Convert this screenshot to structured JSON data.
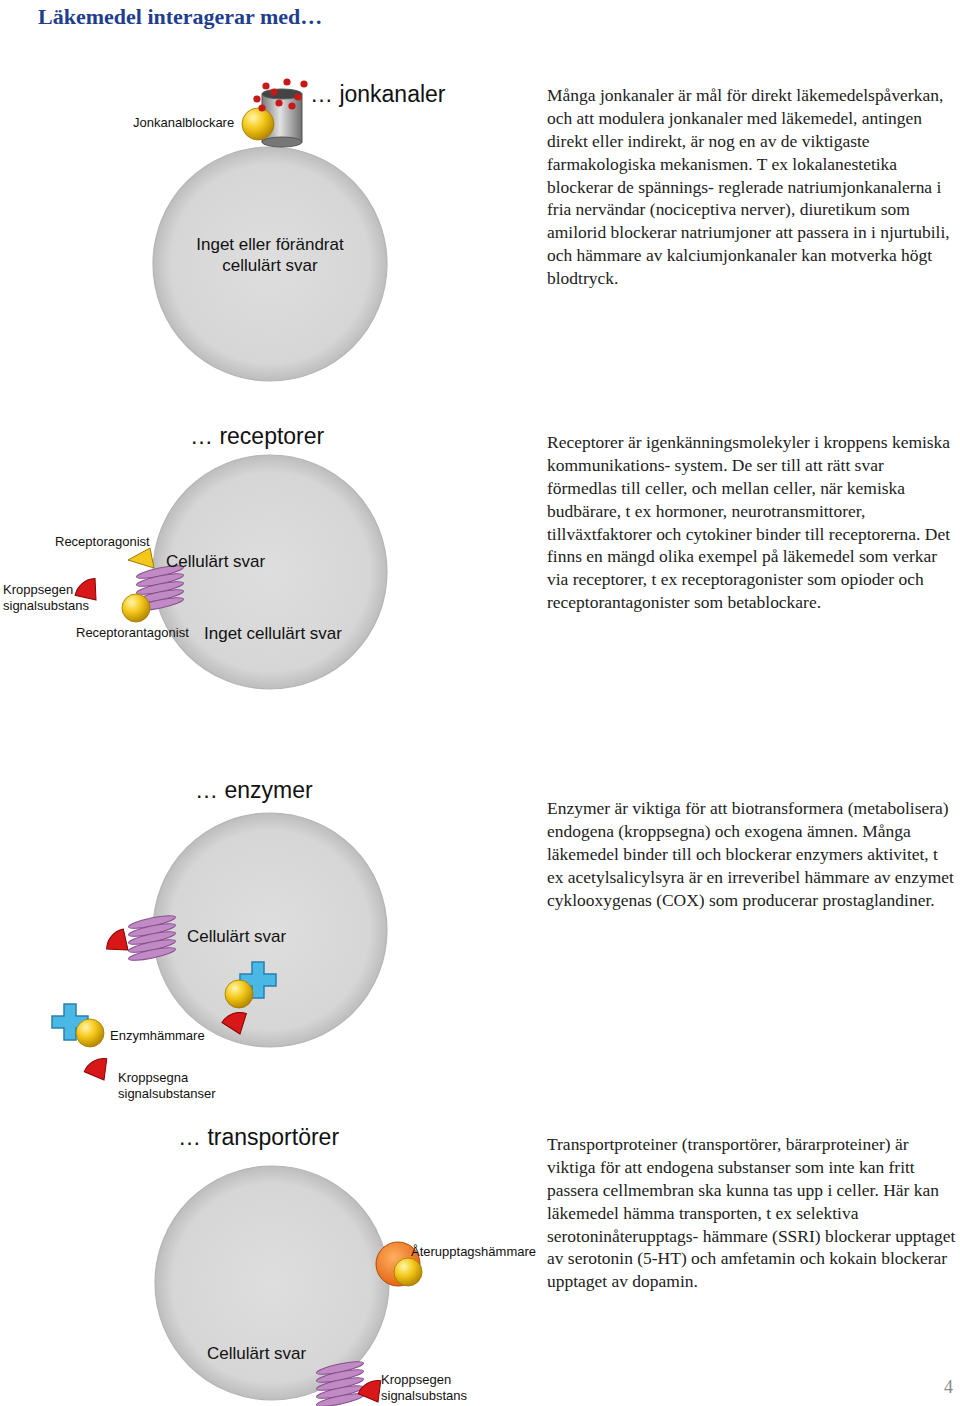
{
  "diagram": {
    "title": "Läkemedel interagerar med…",
    "nodes": [
      {
        "text": [
          "… jonkanaler",
          "Inget eller förändrat cellulärt svar"
        ]
      },
      {
        "text": [
          "… receptorer",
          "Cellulärt svar",
          "Inget cellulärt svar"
        ]
      },
      {
        "text": [
          "… enzymer",
          "Cellulärt svar"
        ]
      },
      {
        "text": [
          "… transportörer",
          "Cellulärt svar"
        ]
      }
    ],
    "labels": [
      "Jonkanalblockare",
      "Många jonkanaler är mål för direkt läkemedelspåverkan, och att modulera jonkanaler med läkemedel, antingen direkt eller indirekt, är nog en av de viktigaste farmakologiska mekanismen. T ex lokalanestetika blockerar de spännings- reglerade natriumjonkanalerna i fria nervändar (nociceptiva nerver), diuretikum som amilorid blockerar natriumjoner att passera in i njurtubili, och hämmare av kalciumjonkanaler kan motverka högt blodtryck.",
      "Receptoragonist",
      "Kroppsegen signalsubstans",
      "Receptorantagonist",
      "Receptorer är igenkänningsmolekyler i kroppens kemiska kommunikations- system. De ser till att rätt svar förmedlas till celler, och mellan celler, när kemiska budbärare, t ex hormoner, neurotransmittorer, tillväxtfaktorer och cytokiner binder till receptorerna. Det finns en mängd olika exempel på läkemedel som verkar via receptorer, t ex receptoragonister som opioder och receptorantagonister som betablockare.",
      "Enzymer är viktiga för att biotransformera (metabolisera) endogena (kroppsegna) och exogena ämnen. Många läkemedel binder till och blockerar enzymers aktivitet, t ex acetylsalicylsyra är en irreveribel hämmare av enzymet cyklooxygenas (COX) som producerar prostaglandiner.",
      "Enzymhämmare",
      "Kroppsegna signalsubstanser",
      "Transportproteiner (transportörer, bärarproteiner) är viktiga för att endogena substanser som inte kan fritt passera cellmembran ska kunna tas upp i celler. Här kan läkemedel hämma transporten, t ex selektiva serotoninåterupptags- hämmare (SSRI) blockerar upptaget av serotonin (5-HT) och amfetamin och kokain blockerar upptaget av dopamin.",
      "Återupptagshämmare",
      "Kroppsegen signalsubstans",
      "4"
    ]
  }
}
